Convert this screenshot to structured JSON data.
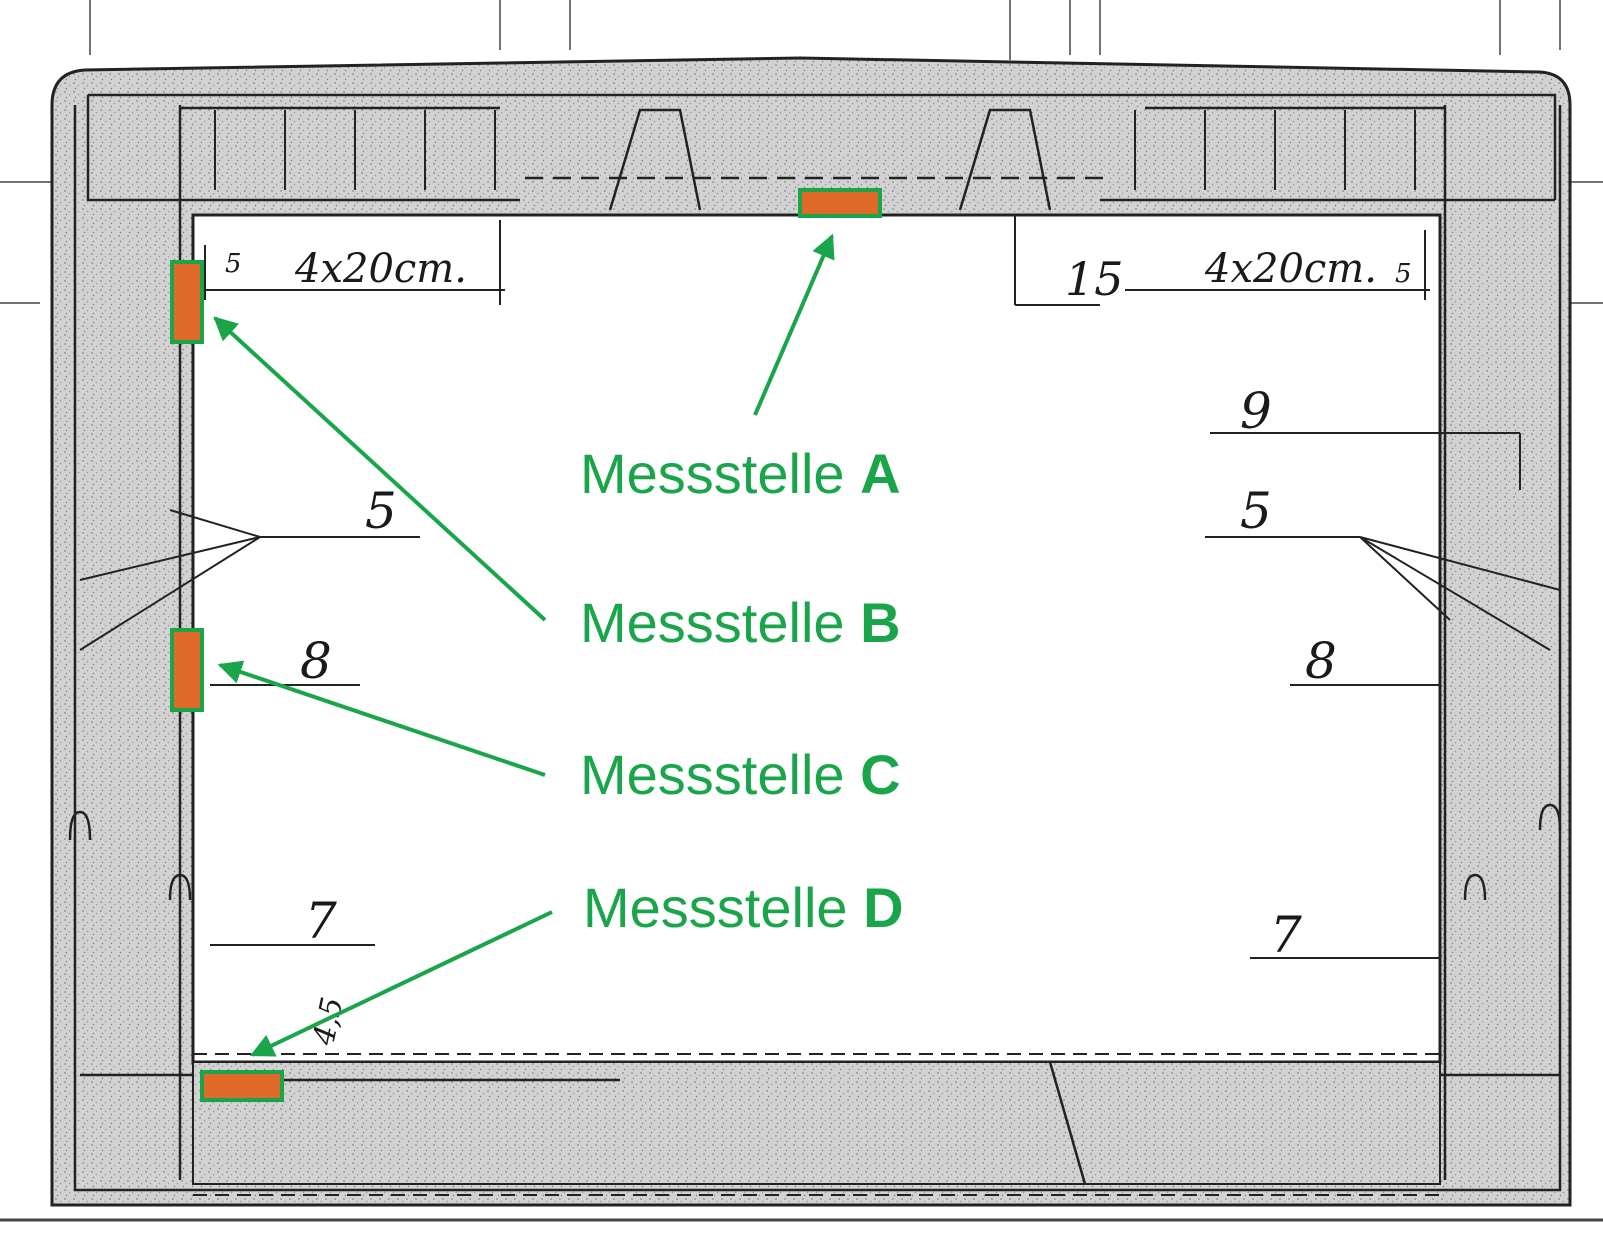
{
  "colors": {
    "concrete": "#cfcfcf",
    "line": "#1a1a1a",
    "accent_green": "#1aa54b",
    "marker_orange": "#e06a2a"
  },
  "dimensions": {
    "spacing_left": "4x20cm.",
    "spacing_right": "4x20cm.",
    "cover_left": "5",
    "cover_right": "5",
    "slab_top": "15",
    "bottom_cover": "4,5",
    "pos_5_left": "5",
    "pos_5_right": "5",
    "pos_8_left": "8",
    "pos_8_right": "8",
    "pos_7_left": "7",
    "pos_7_right": "7",
    "pos_9": "9"
  },
  "labels": [
    {
      "prefix": "Messstelle ",
      "letter": "A"
    },
    {
      "prefix": "Messstelle ",
      "letter": "B"
    },
    {
      "prefix": "Messstelle ",
      "letter": "C"
    },
    {
      "prefix": "Messstelle ",
      "letter": "D"
    }
  ]
}
